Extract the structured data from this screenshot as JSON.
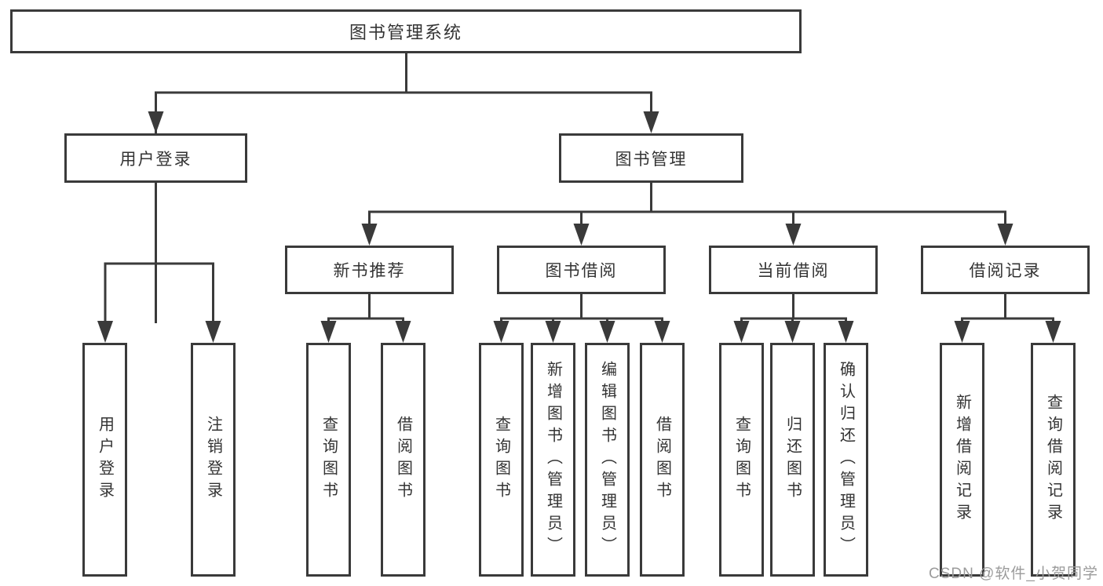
{
  "nodes": {
    "root": "图书管理系统",
    "user_login": "用户登录",
    "book_management": "图书管理",
    "new_book_recommendation": "新书推荐",
    "book_borrowing": "图书借阅",
    "current_borrowing": "当前借阅",
    "borrowing_records": "借阅记录",
    "leaf_user_login": "用户登录",
    "leaf_logout": "注销登录",
    "leaf_recommend_query_books": "查询图书",
    "leaf_recommend_borrow_books": "借阅图书",
    "leaf_borrow_query_books": "查询图书",
    "leaf_borrow_add_books_admin": "新增图书（管理员）",
    "leaf_borrow_edit_books_admin": "编辑图书（管理员）",
    "leaf_borrow_borrow_books": "借阅图书",
    "leaf_current_query_books": "查询图书",
    "leaf_current_return_books": "归还图书",
    "leaf_current_confirm_return_admin": "确认归还（管理员）",
    "leaf_records_add_record": "新增借阅记录",
    "leaf_records_query_record": "查询借阅记录"
  },
  "watermark": "CSDN @软件_小贺同学",
  "colors": {
    "line": "#3a3a3a",
    "text": "#333333",
    "watermark": "#9b9b9b",
    "background": "#ffffff"
  }
}
